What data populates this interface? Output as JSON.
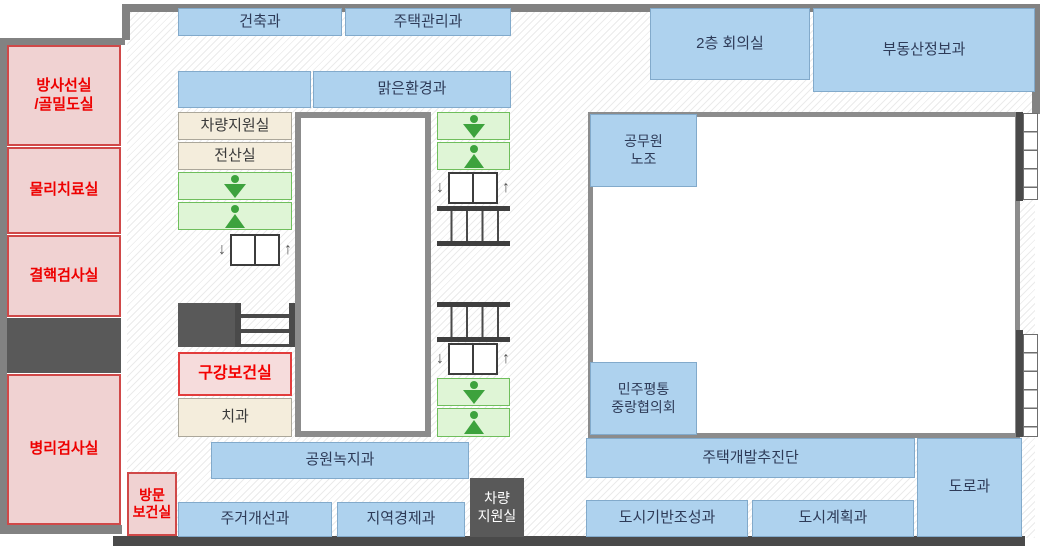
{
  "rooms": {
    "radiation": "방사선실\n/골밀도실",
    "physio": "물리치료실",
    "tb_test": "결핵검사실",
    "pathology": "병리검사실",
    "visiting_health": "방문\n보건실",
    "construction": "건축과",
    "housing_mgmt": "주택관리과",
    "meeting_2f": "2층 회의실",
    "realestate_info": "부동산정보과",
    "clean_env": "맑은환경과",
    "vehicle_support": "차량지원실",
    "computer": "전산실",
    "oral_health": "구강보건실",
    "dental": "치과",
    "union": "공무원\n노조",
    "council": "민주평통\n중랑협의회",
    "park_green": "공원녹지과",
    "housing_improve": "주거개선과",
    "local_economy": "지역경제과",
    "vehicle_support_dark": "차량\n지원실",
    "housing_dev": "주택개발추진단",
    "road": "도로과",
    "urban_infra": "도시기반조성과",
    "urban_plan": "도시계획과"
  },
  "symbols": {
    "elevator_down": "↓",
    "elevator_up": "↑"
  },
  "colors": {
    "dept_fill": "#aed2ee",
    "dept_border": "#82aacb",
    "dept_text": "#2e3b58",
    "health_fill": "#f0d2d2",
    "health_text": "#ee0000",
    "service_fill": "#f4eddc",
    "restroom_fill": "#dff5d6",
    "restroom_icon": "#3da23d",
    "wall": "#828282",
    "dark_block": "#595959"
  }
}
